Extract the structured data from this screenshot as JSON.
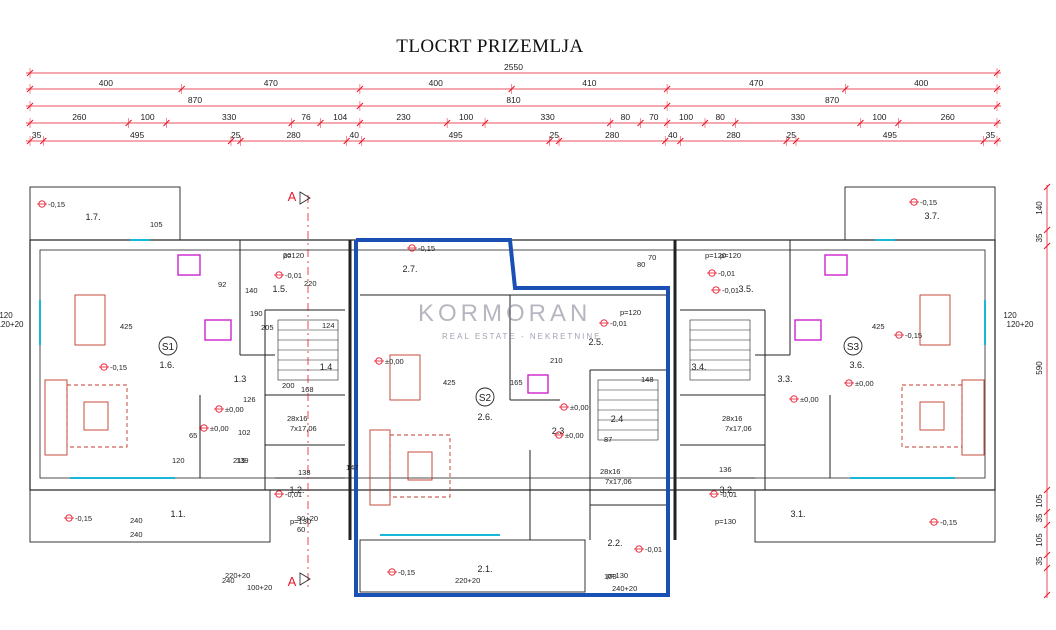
{
  "title": "TLOCRT PRIZEMLJA",
  "watermark": {
    "brand": "KORMORAN",
    "tagline": "REAL ESTATE - NEKRETNINE"
  },
  "colors": {
    "dimension": "#e8192c",
    "wall": "#222222",
    "highlight": "#1a4fb4",
    "fixture": "#cc22cc",
    "glass": "#18b8d8"
  },
  "dimension_rows": [
    [
      "2550"
    ],
    [
      "400",
      "470",
      "400",
      "410",
      "470",
      "400"
    ],
    [
      "870",
      "810",
      "870"
    ],
    [
      "260",
      "100",
      "330",
      "76",
      "104",
      "230",
      "100",
      "330",
      "80",
      "70",
      "100",
      "80",
      "330",
      "100",
      "260"
    ],
    [
      "35",
      "495",
      "25",
      "280",
      "40",
      "495",
      "25",
      "280",
      "40",
      "280",
      "25",
      "495",
      "35"
    ]
  ],
  "right_dimensions": [
    "140",
    "35",
    "590",
    "105",
    "35",
    "105",
    "35"
  ],
  "left_dimensions": [
    "120",
    "120+20"
  ],
  "right_side_dimensions": [
    "120",
    "120+20"
  ],
  "section_marker": "A",
  "apartments": [
    {
      "id": "S1",
      "label": "1.6."
    },
    {
      "id": "S2",
      "label": "2.6."
    },
    {
      "id": "S3",
      "label": "3.6."
    }
  ],
  "room_labels": [
    "1.7.",
    "1.5.",
    "1.4",
    "1.3",
    "1.2.",
    "1.1.",
    "2.7.",
    "2.5.",
    "2.4",
    "2.3",
    "2.2.",
    "2.1.",
    "3.7.",
    "3.5.",
    "3.4.",
    "3.3.",
    "3.2.",
    "3.1."
  ],
  "level_marks": [
    "-0,15",
    "-0,01",
    "±0,00",
    "±0,00",
    "±0,00",
    "-0,15",
    "-0,15",
    "-0,01",
    "±0,00",
    "±0,00",
    "-0,01",
    "-0,15",
    "-0,15",
    "-0,01",
    "-0,01",
    "±0,00",
    "±0,00",
    "-0,15",
    "-0,01",
    "-0,01",
    "-0,15",
    "-0,15"
  ],
  "annotations": [
    "p=120",
    "p=120",
    "p=120",
    "p=130",
    "p=130",
    "p=130",
    "p=120",
    "28x16",
    "28x16",
    "28x16",
    "7x17,06",
    "7x17,06",
    "7x17,06",
    "425",
    "425",
    "425",
    "240",
    "240",
    "240",
    "100+20",
    "220+20",
    "220+20",
    "240+20",
    "90+20",
    "60",
    "100",
    "220",
    "168",
    "205",
    "124",
    "126",
    "102",
    "138",
    "148",
    "136",
    "147",
    "139",
    "120",
    "80",
    "70",
    "105",
    "140",
    "65",
    "215",
    "210",
    "165",
    "200",
    "87",
    "92",
    "190",
    "20"
  ]
}
